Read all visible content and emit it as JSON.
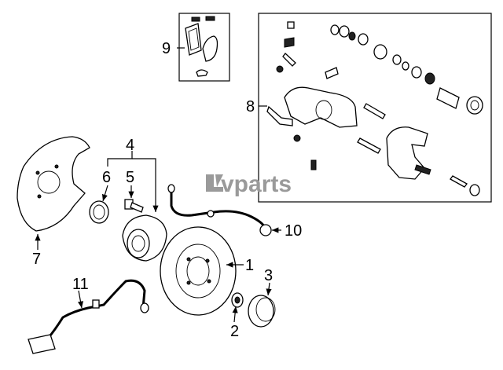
{
  "watermark": {
    "brand": "vparts",
    "icon": "lv-logo-icon"
  },
  "callouts": {
    "c1": "1",
    "c2": "2",
    "c3": "3",
    "c4": "4",
    "c5": "5",
    "c6": "6",
    "c7": "7",
    "c8": "8",
    "c9": "9",
    "c10": "10",
    "c11": "11"
  },
  "colors": {
    "line": "#000000",
    "watermark": "#9a9a9a",
    "background": "#ffffff"
  }
}
